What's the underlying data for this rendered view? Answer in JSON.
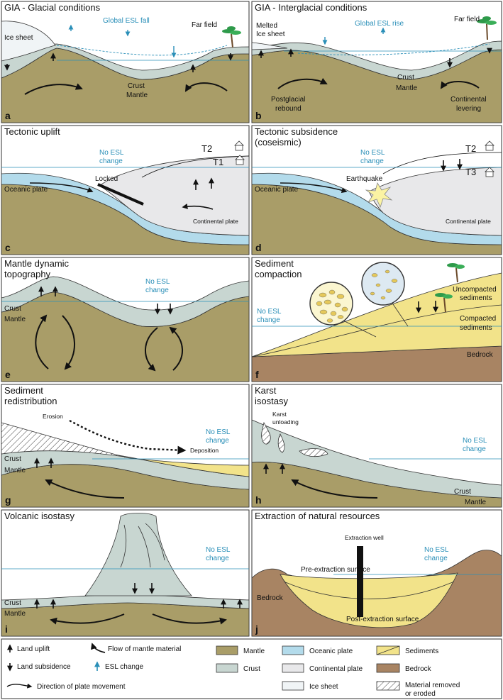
{
  "colors": {
    "mantle": "#a99d68",
    "crust": "#c8d6d1",
    "oceanic": "#b3dbeb",
    "continental": "#e8e8ea",
    "ice": "#f0f4f6",
    "sediment": "#f2e38a",
    "bedrock": "#a88463",
    "esl_blue": "#2a8fb8",
    "frame": "#333333"
  },
  "panels": {
    "a": {
      "letter": "a",
      "title": "GIA - Glacial conditions",
      "ice": "Ice sheet",
      "esl": "Global ESL fall",
      "far": "Far field",
      "crust": "Crust",
      "mantle": "Mantle"
    },
    "b": {
      "letter": "b",
      "title": "GIA - Interglacial conditions",
      "ice1": "Melted",
      "ice2": "Ice sheet",
      "esl": "Global ESL rise",
      "far": "Far field",
      "crust": "Crust",
      "mantle": "Mantle",
      "post1": "Postglacial",
      "post2": "rebound",
      "cont1": "Continental",
      "cont2": "levering"
    },
    "c": {
      "letter": "c",
      "title": "Tectonic uplift",
      "no1": "No ESL",
      "no2": "change",
      "t2": "T2",
      "t1": "T1",
      "locked": "Locked",
      "ocean": "Oceanic plate",
      "cont": "Continental plate"
    },
    "d": {
      "letter": "d",
      "title1": "Tectonic subsidence",
      "title2": "(coseismic)",
      "no1": "No ESL",
      "no2": "change",
      "t2": "T2",
      "t3": "T3",
      "quake": "Earthquake",
      "ocean": "Oceanic plate",
      "cont": "Continental plate"
    },
    "e": {
      "letter": "e",
      "title1": "Mantle dynamic",
      "title2": "topography",
      "no1": "No ESL",
      "no2": "change",
      "crust": "Crust",
      "mantle": "Mantle"
    },
    "f": {
      "letter": "f",
      "title1": "Sediment",
      "title2": "compaction",
      "no1": "No ESL",
      "no2": "change",
      "unc1": "Uncompacted",
      "unc2": "sediments",
      "comp1": "Compacted",
      "comp2": "sediments",
      "bedrock": "Bedrock"
    },
    "g": {
      "letter": "g",
      "title1": "Sediment",
      "title2": "redistribution",
      "erosion": "Erosion",
      "deposition": "Deposition",
      "no1": "No ESL",
      "no2": "change",
      "crust": "Crust",
      "mantle": "Mantle"
    },
    "h": {
      "letter": "h",
      "title1": "Karst",
      "title2": "isostasy",
      "karst1": "Karst",
      "karst2": "unloading",
      "no1": "No ESL",
      "no2": "change",
      "crust": "Crust",
      "mantle": "Mantle"
    },
    "i": {
      "letter": "i",
      "title": "Volcanic isostasy",
      "no1": "No ESL",
      "no2": "change",
      "crust": "Crust",
      "mantle": "Mantle"
    },
    "j": {
      "letter": "j",
      "title": "Extraction of natural resources",
      "well": "Extraction well",
      "pre": "Pre-extraction surface",
      "no1": "No ESL",
      "no2": "change",
      "bedrock": "Bedrock",
      "post": "Post-extraction surface"
    }
  },
  "legend": {
    "uplift": "Land uplift",
    "subsidence": "Land subsidence",
    "plate": "Direction of plate movement",
    "flow": "Flow of mantle material",
    "esl": "ESL change",
    "mantle": "Mantle",
    "crust": "Crust",
    "oceanic": "Oceanic plate",
    "continental": "Continental plate",
    "ice": "Ice sheet",
    "sediments": "Sediments",
    "bedrock": "Bedrock",
    "removed1": "Material removed",
    "removed2": "or eroded"
  }
}
